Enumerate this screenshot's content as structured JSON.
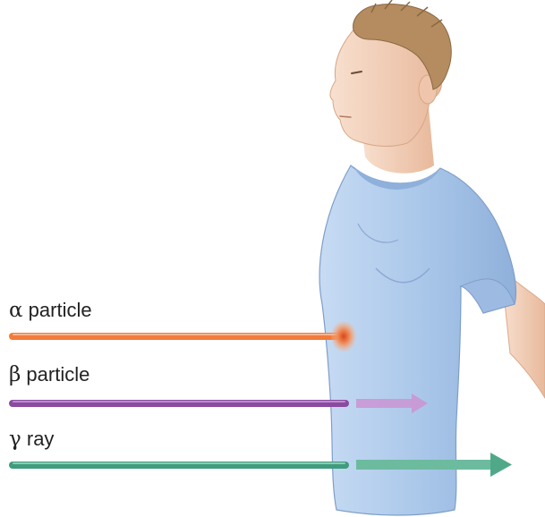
{
  "labels": {
    "alpha_symbol": "α",
    "alpha_text": "particle",
    "beta_symbol": "β",
    "beta_text": "particle",
    "gamma_symbol": "γ",
    "gamma_text": "ray"
  },
  "colors": {
    "alpha": "#f37a3a",
    "beta": "#8a4aa0",
    "beta_through": "#c89ad6",
    "gamma": "#3f9c7e",
    "gamma_through": "#6cbb9f",
    "shirt": "#a9c6e8",
    "skin": "#f2d3bd",
    "hair": "#b08a5e"
  }
}
